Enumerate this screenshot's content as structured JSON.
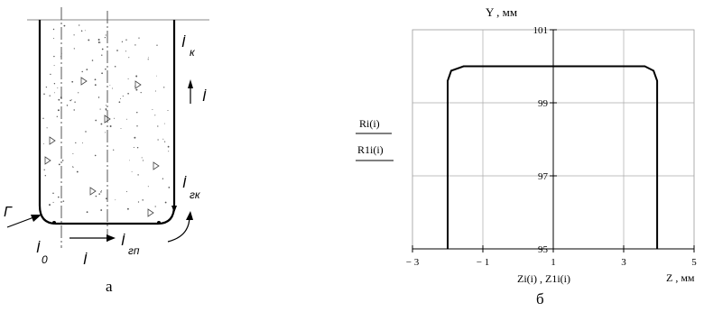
{
  "figure_a": {
    "caption": "а",
    "labels": {
      "ik": "İ",
      "ik_sub": "к",
      "i_up": "İ",
      "igk": "İ",
      "igk_sub": "гк",
      "gamma": "Γ",
      "io": "İ",
      "io_sub": "0",
      "i_bottom": "İ",
      "igp": "İ",
      "igp_sub": "гп"
    }
  },
  "figure_b": {
    "caption": "б",
    "y_axis_title": "Y , мм",
    "x_axis_title": "Z , мм",
    "x_series_label": "Zi(i) ,  Z1i(i)",
    "legend_top": "Ri(i)",
    "legend_bottom": "R1i(i)",
    "y_ticks": [
      "101",
      "99",
      "97",
      "95"
    ],
    "x_ticks": [
      "− 3",
      "− 1",
      "1",
      "3",
      "5"
    ]
  },
  "chart_data": {
    "type": "line",
    "title": "",
    "xlabel": "Z , мм",
    "ylabel": "Y , мм",
    "xlim": [
      -3,
      5
    ],
    "ylim": [
      95,
      101
    ],
    "grid": true,
    "series": [
      {
        "name": "Ri(i)",
        "x": [
          -2,
          -2,
          -1.9,
          -1.55,
          3.6,
          3.85,
          3.95,
          3.95
        ],
        "y": [
          95,
          99.6,
          99.88,
          100,
          100,
          99.88,
          99.6,
          95
        ]
      }
    ]
  }
}
